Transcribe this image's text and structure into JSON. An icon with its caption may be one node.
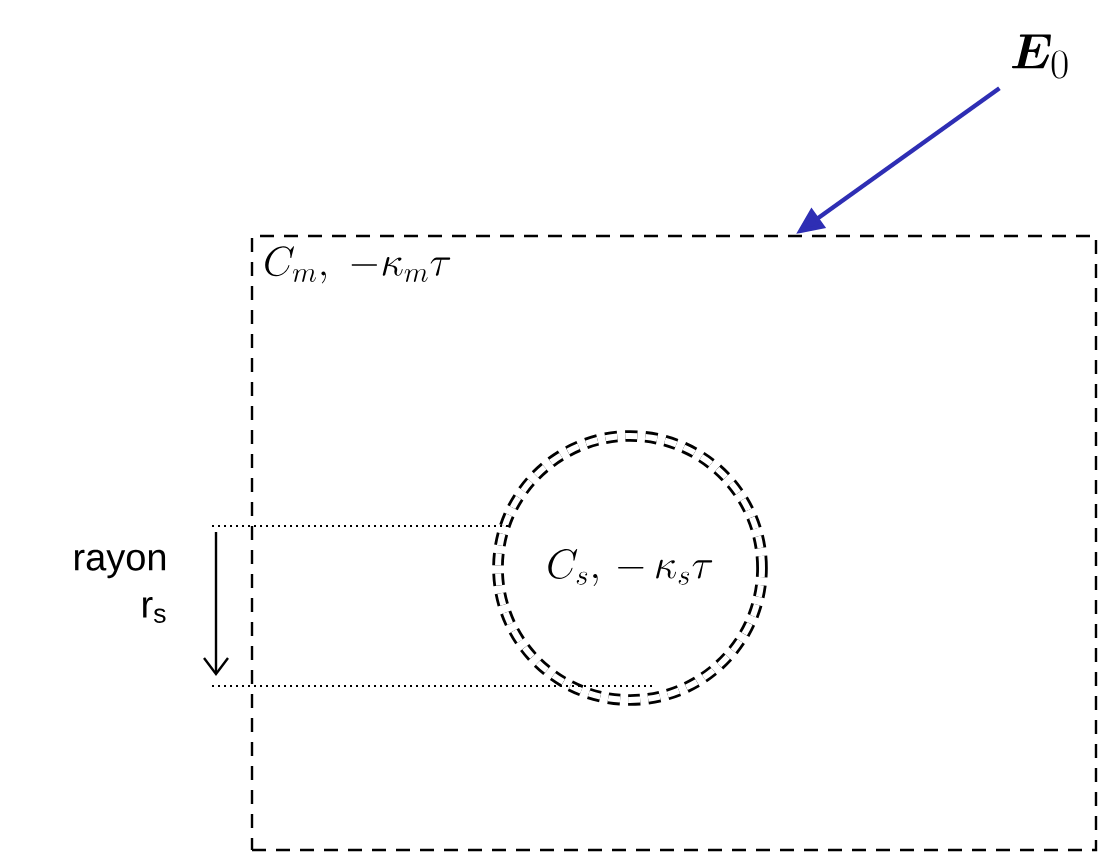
{
  "diagram": {
    "nodes": [
      {
        "text": [
          "C_{m},\\ -\\kappa_{m}\\tau"
        ]
      },
      {
        "text": [
          "C_{s},\\,-\\,\\kappa_{s}\\tau"
        ],
        "in": 0
      },
      {
        "text": [
          "\\boldsymbol{E}_{0}"
        ]
      }
    ],
    "edges": [
      {
        "from": 2,
        "to": 0,
        "arrow": "to",
        "color": "#2e2eb4"
      }
    ],
    "labels": [
      "rayon",
      "r$_{s}$"
    ]
  }
}
